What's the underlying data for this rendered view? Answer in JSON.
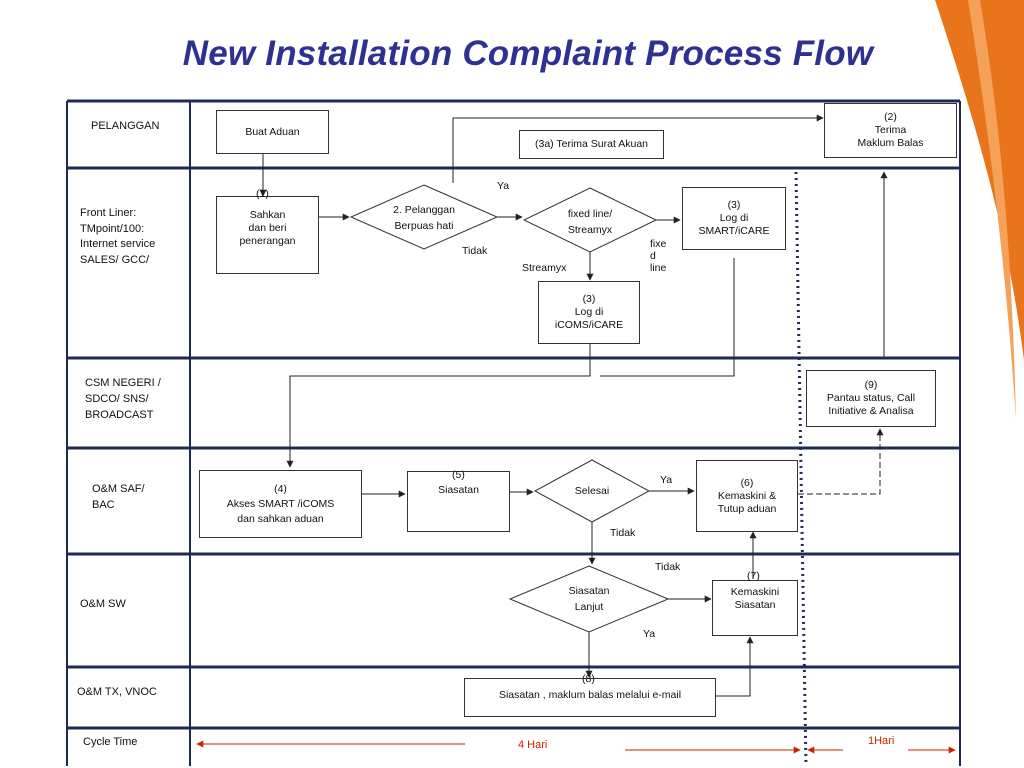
{
  "title": "New Installation Complaint Process Flow",
  "colors": {
    "title": "#2e3192",
    "lane_lines": "#1f2a55",
    "accent_orange": "#e8741b",
    "cycle_arrows": "#cc2200"
  },
  "lanes": [
    "PELANGGAN",
    "Front Liner:\nTMpoint/100:\nInternet service\nSALES/ GCC/",
    "CSM NEGERI /\nSDCO/ SNS/\nBROADCAST",
    "O&M SAF/\n   BAC",
    "O&M SW",
    "O&M TX, VNOC",
    "Cycle Time"
  ],
  "steps": {
    "buat_aduan": "Buat Aduan",
    "terima_surat": "(3a) Terima Surat Akuan",
    "terima_maklum": "(2)\nTerima\nMaklum Balas",
    "sahkan_num": "(1)",
    "sahkan": "Sahkan\ndan beri\npenerangan",
    "pelanggan_hati": "2. Pelanggan\nBerpuas hati",
    "fixed_streamyx": "fixed line/\nStreamyx",
    "log_smart": "(3)\nLog di\nSMART/iCARE",
    "log_icoms": "(3)\nLog di\niCOMS/iCARE",
    "pantau": "(9)\nPantau  status, Call\nInitiative & Analisa",
    "akses": "(4)\nAkses SMART /iCOMS\ndan sahkan aduan",
    "siasatan_num": "(5)",
    "siasatan": "Siasatan",
    "selesai": "Selesai",
    "kemaskini_tutup": "(6)\nKemaskini &\nTutup aduan",
    "siasatan_lanjut": "Siasatan\nLanjut",
    "kemaskini_siasatan_num": "(7)",
    "kemaskini_siasatan": "Kemaskini\nSiasatan",
    "maklum_email_num": "(8)",
    "maklum_email": "Siasatan , maklum balas melalui  e-mail"
  },
  "edge_labels": {
    "ya_top": "Ya",
    "tidak_1": "Tidak",
    "streamyx": "Streamyx",
    "fixed_line": "fixe\nd\nline",
    "ya_selesai": "Ya",
    "tidak_selesai": "Tidak",
    "tidak_lanjut": "Tidak",
    "ya_lanjut": "Ya"
  },
  "cycle_time": {
    "days_4": "4 Hari",
    "day_1": "1Hari"
  }
}
